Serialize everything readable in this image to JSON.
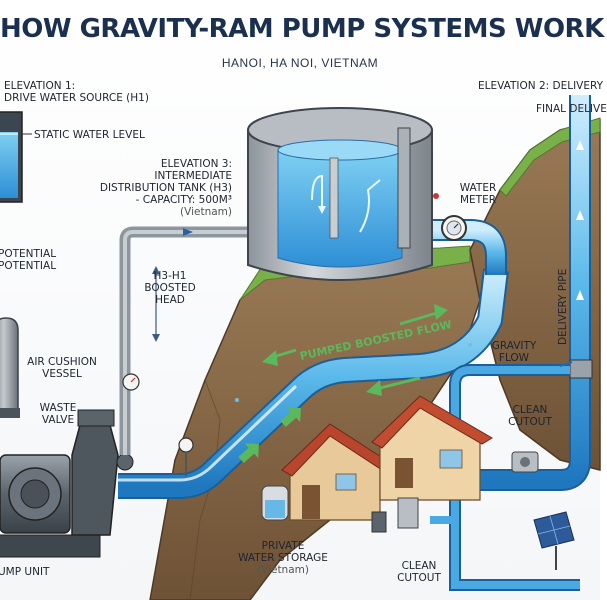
{
  "title": "HOW GRAVITY-RAM PUMP SYSTEMS WORK",
  "subtitle": "HANOI, HA NOI, VIETNAM",
  "labels": {
    "elevation1_a": "ELEVATION 1:",
    "elevation1_b": "DRIVE WATER SOURCE (h1)",
    "static_level": "STATIC WATER LEVEL",
    "elevation3_a": "ELEVATION 3:",
    "elevation3_b": "INTERMEDIATE",
    "elevation3_c": "DISTRIBUTION TANK (h3)",
    "elevation3_d": "- CAPACITY: 500m³",
    "elevation3_e": "(Vietnam)",
    "water_meter_a": "WATER",
    "water_meter_b": "METER",
    "elevation2": "ELEVATION 2: DELIVERY",
    "final_deliv": "FINAL DELIVE",
    "potential_a": "POTENTIAL",
    "potential_b": "POTENTIAL",
    "head_a": "h3-h1",
    "head_b": "BOOSTED",
    "head_c": "HEAD",
    "air_a": "AIR CUSHION",
    "air_b": "VESSEL",
    "waste_a": "WASTE",
    "waste_b": "VALVE",
    "pumped_flow": "PUMPED BOOSTED FLOW",
    "delivery_pipe": "DELIVERY PIPE",
    "gravity_a": "GRAVITY",
    "gravity_b": "FLOW",
    "clean_a": "CLEAN",
    "clean_b": "CUTOUT",
    "storage_a": "PRIVATE",
    "storage_b": "WATER STORAGE",
    "storage_c": "(Vietnam)",
    "clean2_a": "CLEAN",
    "clean2_b": "CUTOUT",
    "pump_unit": "UMP UNIT"
  }
}
